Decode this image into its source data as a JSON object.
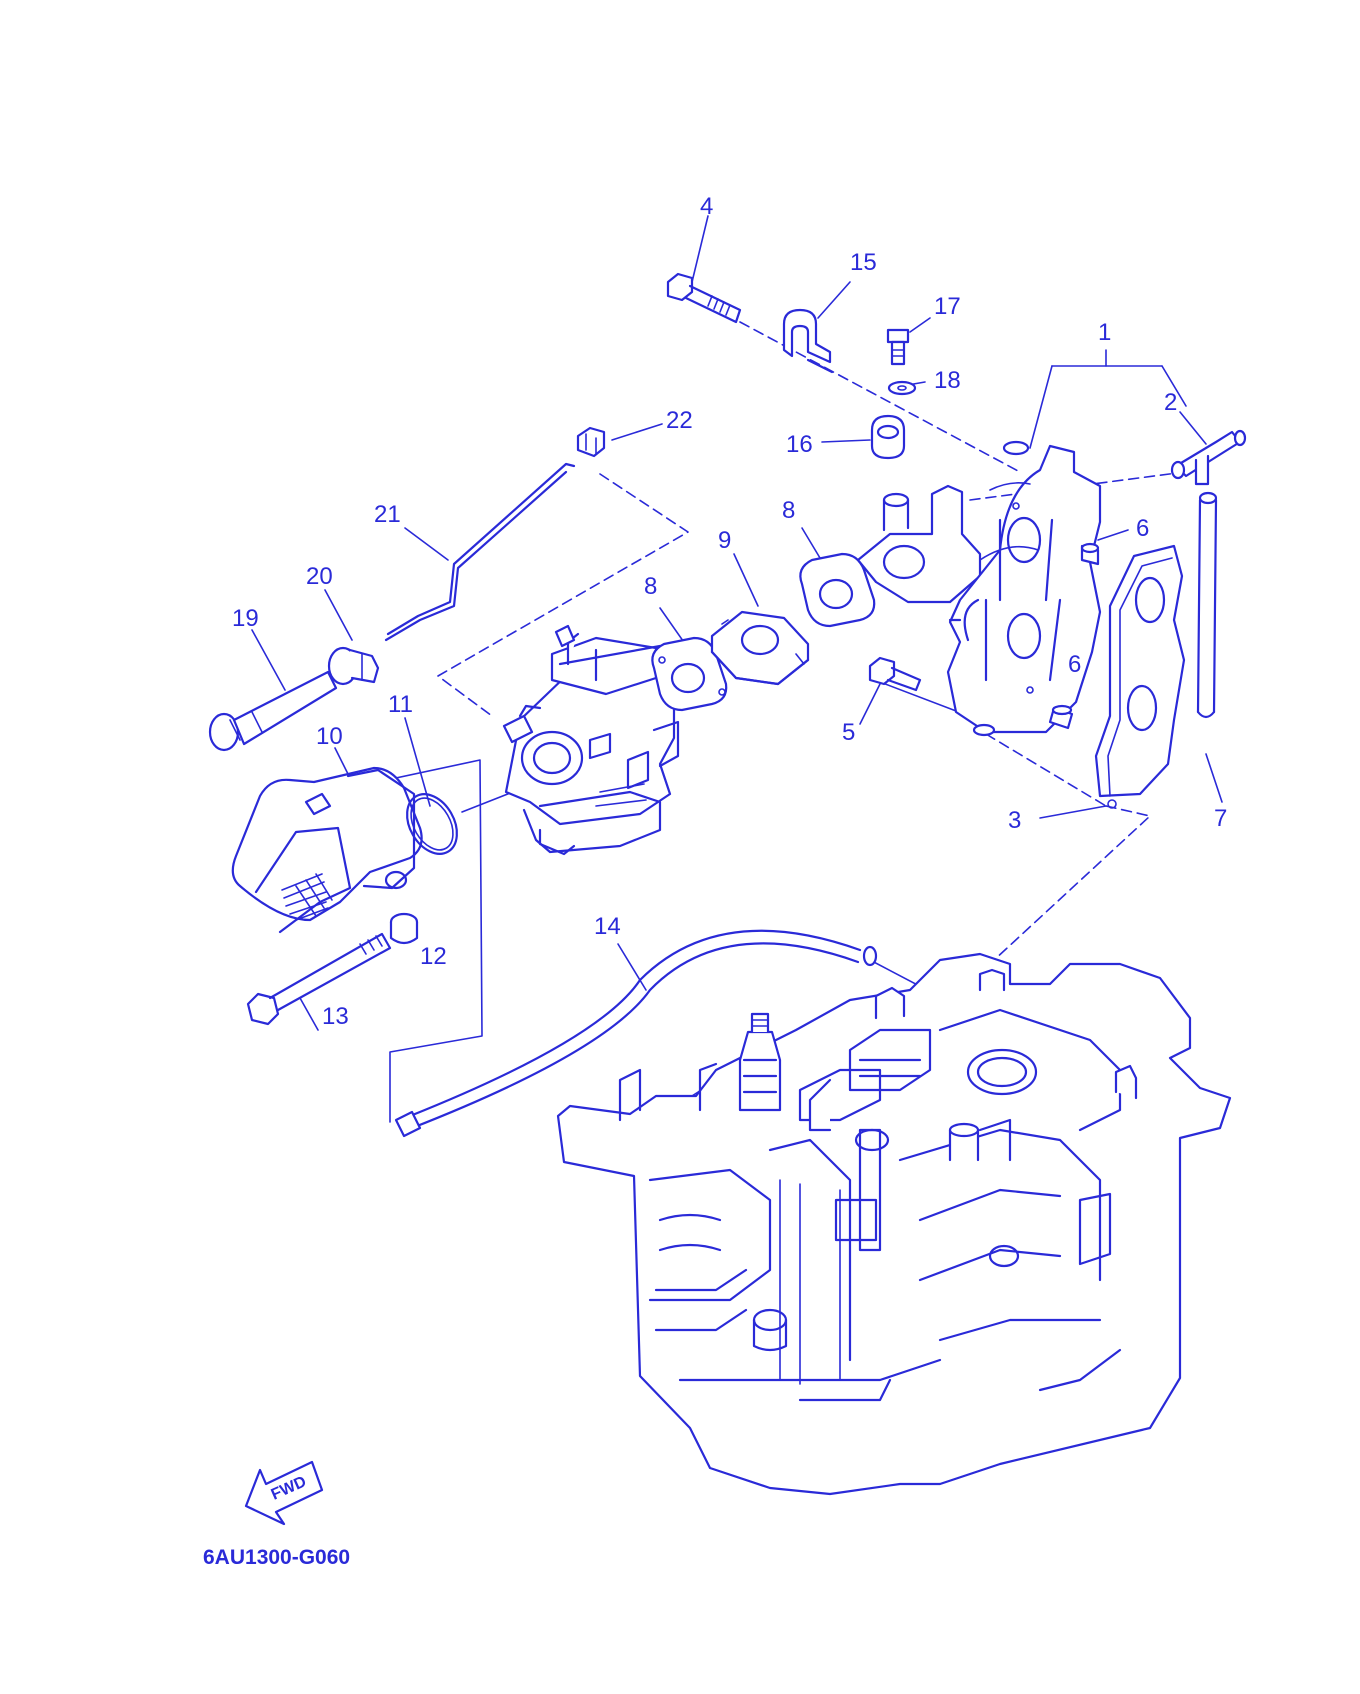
{
  "diagram": {
    "code": "6AU1300-G060",
    "fwd_label": "FWD",
    "colors": {
      "line": "#2a2ad8",
      "background": "#ffffff"
    },
    "callouts": [
      {
        "id": "c1",
        "label": "1"
      },
      {
        "id": "c2",
        "label": "2"
      },
      {
        "id": "c3",
        "label": "3"
      },
      {
        "id": "c4",
        "label": "4"
      },
      {
        "id": "c5",
        "label": "5"
      },
      {
        "id": "c6a",
        "label": "6"
      },
      {
        "id": "c6b",
        "label": "6"
      },
      {
        "id": "c7",
        "label": "7"
      },
      {
        "id": "c8a",
        "label": "8"
      },
      {
        "id": "c8b",
        "label": "8"
      },
      {
        "id": "c9",
        "label": "9"
      },
      {
        "id": "c10",
        "label": "10"
      },
      {
        "id": "c11",
        "label": "11"
      },
      {
        "id": "c12",
        "label": "12"
      },
      {
        "id": "c13",
        "label": "13"
      },
      {
        "id": "c14",
        "label": "14"
      },
      {
        "id": "c15",
        "label": "15"
      },
      {
        "id": "c16",
        "label": "16"
      },
      {
        "id": "c17",
        "label": "17"
      },
      {
        "id": "c18",
        "label": "18"
      },
      {
        "id": "c19",
        "label": "19"
      },
      {
        "id": "c20",
        "label": "20"
      },
      {
        "id": "c21",
        "label": "21"
      },
      {
        "id": "c22",
        "label": "22"
      }
    ]
  }
}
